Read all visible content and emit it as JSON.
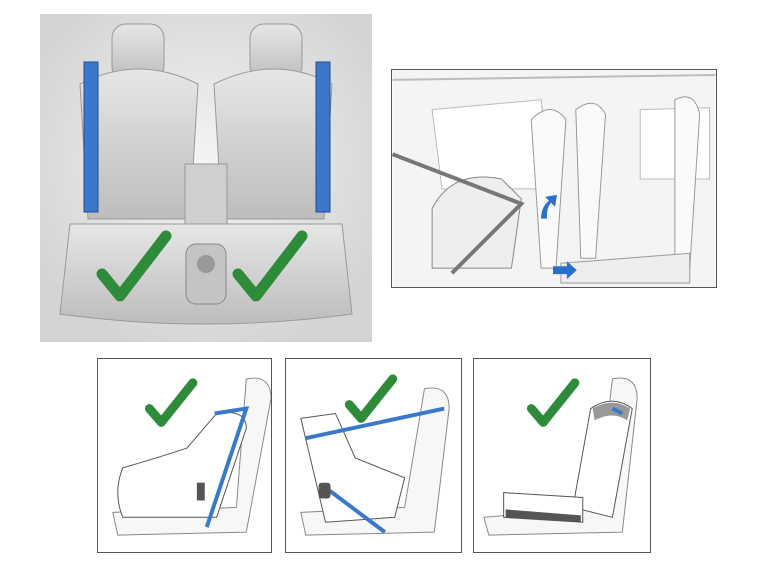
{
  "figures": [
    {
      "id": "rear-seats",
      "marks": [
        "check-icon",
        "check-icon"
      ],
      "belt_color": "#3a78c9"
    },
    {
      "id": "seat-fold-side",
      "marks": [
        "arrow-up-icon",
        "arrow-right-icon"
      ]
    },
    {
      "id": "rear-facing-seat",
      "marks": [
        "check-icon"
      ]
    },
    {
      "id": "forward-facing-seat",
      "marks": [
        "check-icon"
      ]
    },
    {
      "id": "booster-seat",
      "marks": [
        "check-icon"
      ]
    }
  ],
  "colors": {
    "check": "#2e8b3a",
    "belt": "#3a78c9",
    "seat": "#d9d9d9",
    "frame": "#555555"
  }
}
